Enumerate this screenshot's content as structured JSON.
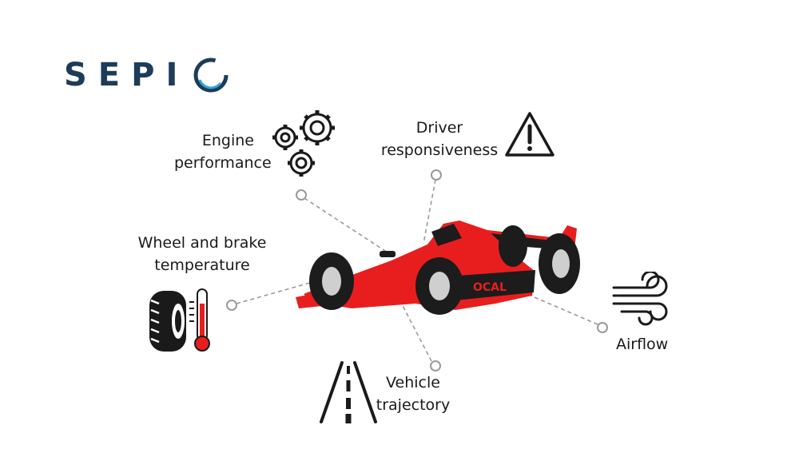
{
  "logo": {
    "text": "SEPI",
    "color": "#1d3c58"
  },
  "labels": {
    "engine": {
      "line1": "Engine",
      "line2": "performance"
    },
    "driver": {
      "line1": "Driver",
      "line2": "responsiveness"
    },
    "wheel": {
      "line1": "Wheel and brake",
      "line2": "temperature"
    },
    "airflow": {
      "line1": "Airflow"
    },
    "trajectory": {
      "line1": "Vehicle",
      "line2": "trajectory"
    }
  },
  "car": {
    "livery_text": "OCAL",
    "body_color": "#e81e1e",
    "dark_color": "#1c1c1c"
  },
  "icons": [
    "gears-icon",
    "warning-triangle-icon",
    "tire-thermometer-icon",
    "wind-icon",
    "road-icon"
  ]
}
